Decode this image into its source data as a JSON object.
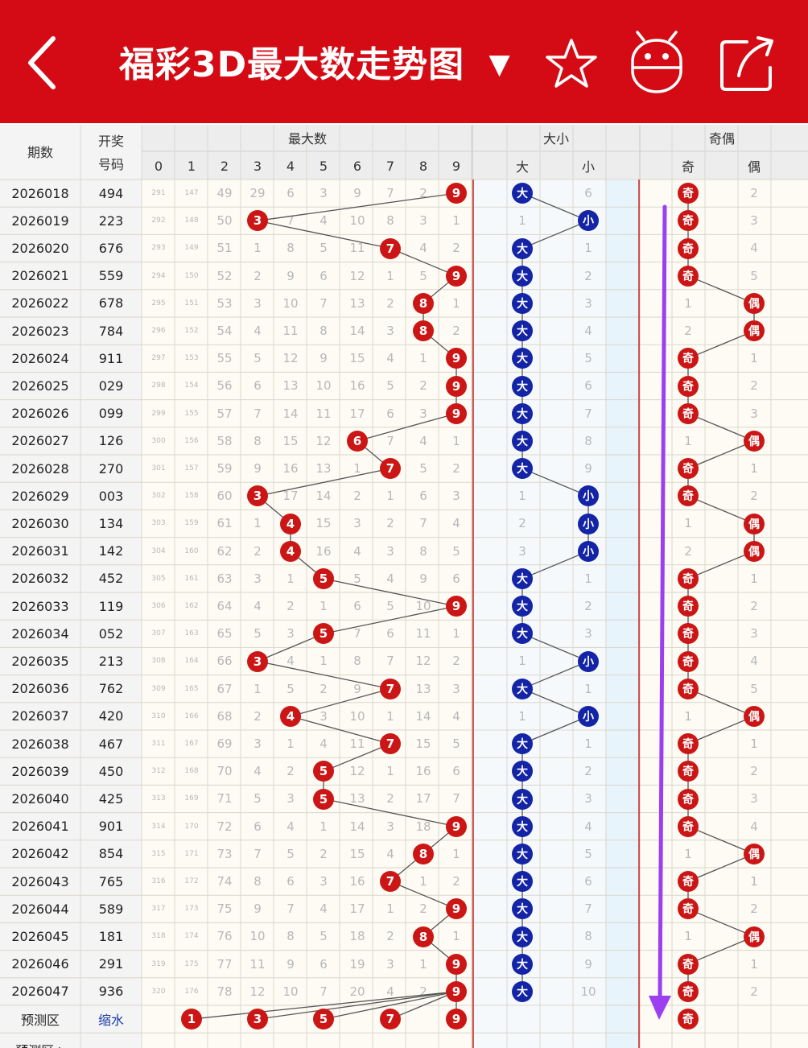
{
  "app": {
    "title": "福彩3D最大数走势图",
    "dropdown_glyph": "▼",
    "icons": [
      "back-chevron-icon",
      "star-icon",
      "android-robot-icon",
      "share-icon"
    ],
    "colors": {
      "header": "#d40b14",
      "red_ball": "#cc1616",
      "blue_ball": "#1424a6",
      "trend_arrow": "#9b3ff0"
    }
  },
  "table": {
    "header": {
      "issue": "期数",
      "draw_line1": "开奖",
      "draw_line2": "号码",
      "group_max": "最大数",
      "group_size": "大小",
      "group_parity": "奇偶",
      "digits": [
        "0",
        "1",
        "2",
        "3",
        "4",
        "5",
        "6",
        "7",
        "8",
        "9"
      ],
      "size_cols": [
        "大",
        "小"
      ],
      "parity_cols": [
        "奇",
        "偶"
      ]
    },
    "rows": [
      {
        "issue": "2026018",
        "draw": "494",
        "cells": [
          "291",
          "147",
          "49",
          "29",
          "6",
          "3",
          "9",
          "7",
          "2",
          "9"
        ],
        "size": [
          "大",
          "6"
        ],
        "parity": [
          "奇",
          "2"
        ]
      },
      {
        "issue": "2026019",
        "draw": "223",
        "cells": [
          "292",
          "148",
          "50",
          "3",
          "7",
          "4",
          "10",
          "8",
          "3",
          "1"
        ],
        "size": [
          "1",
          "小"
        ],
        "parity": [
          "奇",
          "3"
        ]
      },
      {
        "issue": "2026020",
        "draw": "676",
        "cells": [
          "293",
          "149",
          "51",
          "1",
          "8",
          "5",
          "11",
          "7",
          "4",
          "2"
        ],
        "size": [
          "大",
          "1"
        ],
        "parity": [
          "奇",
          "4"
        ]
      },
      {
        "issue": "2026021",
        "draw": "559",
        "cells": [
          "294",
          "150",
          "52",
          "2",
          "9",
          "6",
          "12",
          "1",
          "5",
          "9"
        ],
        "size": [
          "大",
          "2"
        ],
        "parity": [
          "奇",
          "5"
        ]
      },
      {
        "issue": "2026022",
        "draw": "678",
        "cells": [
          "295",
          "151",
          "53",
          "3",
          "10",
          "7",
          "13",
          "2",
          "8",
          "1"
        ],
        "size": [
          "大",
          "3"
        ],
        "parity": [
          "1",
          "偶"
        ]
      },
      {
        "issue": "2026023",
        "draw": "784",
        "cells": [
          "296",
          "152",
          "54",
          "4",
          "11",
          "8",
          "14",
          "3",
          "8",
          "2"
        ],
        "size": [
          "大",
          "4"
        ],
        "parity": [
          "2",
          "偶"
        ]
      },
      {
        "issue": "2026024",
        "draw": "911",
        "cells": [
          "297",
          "153",
          "55",
          "5",
          "12",
          "9",
          "15",
          "4",
          "1",
          "9"
        ],
        "size": [
          "大",
          "5"
        ],
        "parity": [
          "奇",
          "1"
        ]
      },
      {
        "issue": "2026025",
        "draw": "029",
        "cells": [
          "298",
          "154",
          "56",
          "6",
          "13",
          "10",
          "16",
          "5",
          "2",
          "9"
        ],
        "size": [
          "大",
          "6"
        ],
        "parity": [
          "奇",
          "2"
        ]
      },
      {
        "issue": "2026026",
        "draw": "099",
        "cells": [
          "299",
          "155",
          "57",
          "7",
          "14",
          "11",
          "17",
          "6",
          "3",
          "9"
        ],
        "size": [
          "大",
          "7"
        ],
        "parity": [
          "奇",
          "3"
        ]
      },
      {
        "issue": "2026027",
        "draw": "126",
        "cells": [
          "300",
          "156",
          "58",
          "8",
          "15",
          "12",
          "6",
          "7",
          "4",
          "1"
        ],
        "size": [
          "大",
          "8"
        ],
        "parity": [
          "1",
          "偶"
        ]
      },
      {
        "issue": "2026028",
        "draw": "270",
        "cells": [
          "301",
          "157",
          "59",
          "9",
          "16",
          "13",
          "1",
          "7",
          "5",
          "2"
        ],
        "size": [
          "大",
          "9"
        ],
        "parity": [
          "奇",
          "1"
        ]
      },
      {
        "issue": "2026029",
        "draw": "003",
        "cells": [
          "302",
          "158",
          "60",
          "3",
          "17",
          "14",
          "2",
          "1",
          "6",
          "3"
        ],
        "size": [
          "1",
          "小"
        ],
        "parity": [
          "奇",
          "2"
        ]
      },
      {
        "issue": "2026030",
        "draw": "134",
        "cells": [
          "303",
          "159",
          "61",
          "1",
          "4",
          "15",
          "3",
          "2",
          "7",
          "4"
        ],
        "size": [
          "2",
          "小"
        ],
        "parity": [
          "1",
          "偶"
        ]
      },
      {
        "issue": "2026031",
        "draw": "142",
        "cells": [
          "304",
          "160",
          "62",
          "2",
          "4",
          "16",
          "4",
          "3",
          "8",
          "5"
        ],
        "size": [
          "3",
          "小"
        ],
        "parity": [
          "2",
          "偶"
        ]
      },
      {
        "issue": "2026032",
        "draw": "452",
        "cells": [
          "305",
          "161",
          "63",
          "3",
          "1",
          "5",
          "5",
          "4",
          "9",
          "6"
        ],
        "size": [
          "大",
          "1"
        ],
        "parity": [
          "奇",
          "1"
        ]
      },
      {
        "issue": "2026033",
        "draw": "119",
        "cells": [
          "306",
          "162",
          "64",
          "4",
          "2",
          "1",
          "6",
          "5",
          "10",
          "9"
        ],
        "size": [
          "大",
          "2"
        ],
        "parity": [
          "奇",
          "2"
        ]
      },
      {
        "issue": "2026034",
        "draw": "052",
        "cells": [
          "307",
          "163",
          "65",
          "5",
          "3",
          "5",
          "7",
          "6",
          "11",
          "1"
        ],
        "size": [
          "大",
          "3"
        ],
        "parity": [
          "奇",
          "3"
        ]
      },
      {
        "issue": "2026035",
        "draw": "213",
        "cells": [
          "308",
          "164",
          "66",
          "3",
          "4",
          "1",
          "8",
          "7",
          "12",
          "2"
        ],
        "size": [
          "1",
          "小"
        ],
        "parity": [
          "奇",
          "4"
        ]
      },
      {
        "issue": "2026036",
        "draw": "762",
        "cells": [
          "309",
          "165",
          "67",
          "1",
          "5",
          "2",
          "9",
          "7",
          "13",
          "3"
        ],
        "size": [
          "大",
          "1"
        ],
        "parity": [
          "奇",
          "5"
        ]
      },
      {
        "issue": "2026037",
        "draw": "420",
        "cells": [
          "310",
          "166",
          "68",
          "2",
          "4",
          "3",
          "10",
          "1",
          "14",
          "4"
        ],
        "size": [
          "1",
          "小"
        ],
        "parity": [
          "1",
          "偶"
        ]
      },
      {
        "issue": "2026038",
        "draw": "467",
        "cells": [
          "311",
          "167",
          "69",
          "3",
          "1",
          "4",
          "11",
          "7",
          "15",
          "5"
        ],
        "size": [
          "大",
          "1"
        ],
        "parity": [
          "奇",
          "1"
        ]
      },
      {
        "issue": "2026039",
        "draw": "450",
        "cells": [
          "312",
          "168",
          "70",
          "4",
          "2",
          "5",
          "12",
          "1",
          "16",
          "6"
        ],
        "size": [
          "大",
          "2"
        ],
        "parity": [
          "奇",
          "2"
        ]
      },
      {
        "issue": "2026040",
        "draw": "425",
        "cells": [
          "313",
          "169",
          "71",
          "5",
          "3",
          "5",
          "13",
          "2",
          "17",
          "7"
        ],
        "size": [
          "大",
          "3"
        ],
        "parity": [
          "奇",
          "3"
        ]
      },
      {
        "issue": "2026041",
        "draw": "901",
        "cells": [
          "314",
          "170",
          "72",
          "6",
          "4",
          "1",
          "14",
          "3",
          "18",
          "9"
        ],
        "size": [
          "大",
          "4"
        ],
        "parity": [
          "奇",
          "4"
        ]
      },
      {
        "issue": "2026042",
        "draw": "854",
        "cells": [
          "315",
          "171",
          "73",
          "7",
          "5",
          "2",
          "15",
          "4",
          "8",
          "1"
        ],
        "size": [
          "大",
          "5"
        ],
        "parity": [
          "1",
          "偶"
        ]
      },
      {
        "issue": "2026043",
        "draw": "765",
        "cells": [
          "316",
          "172",
          "74",
          "8",
          "6",
          "3",
          "16",
          "7",
          "1",
          "2"
        ],
        "size": [
          "大",
          "6"
        ],
        "parity": [
          "奇",
          "1"
        ]
      },
      {
        "issue": "2026044",
        "draw": "589",
        "cells": [
          "317",
          "173",
          "75",
          "9",
          "7",
          "4",
          "17",
          "1",
          "2",
          "9"
        ],
        "size": [
          "大",
          "7"
        ],
        "parity": [
          "奇",
          "2"
        ]
      },
      {
        "issue": "2026045",
        "draw": "181",
        "cells": [
          "318",
          "174",
          "76",
          "10",
          "8",
          "5",
          "18",
          "2",
          "8",
          "1"
        ],
        "size": [
          "大",
          "8"
        ],
        "parity": [
          "1",
          "偶"
        ]
      },
      {
        "issue": "2026046",
        "draw": "291",
        "cells": [
          "319",
          "175",
          "77",
          "11",
          "9",
          "6",
          "19",
          "3",
          "1",
          "9"
        ],
        "size": [
          "大",
          "9"
        ],
        "parity": [
          "奇",
          "1"
        ]
      },
      {
        "issue": "2026047",
        "draw": "936",
        "cells": [
          "320",
          "176",
          "78",
          "12",
          "10",
          "7",
          "20",
          "4",
          "2",
          "9"
        ],
        "size": [
          "大",
          "10"
        ],
        "parity": [
          "奇",
          "2"
        ]
      }
    ],
    "hits": {
      "max": [
        9,
        3,
        7,
        9,
        8,
        8,
        9,
        9,
        9,
        6,
        7,
        3,
        4,
        4,
        5,
        9,
        5,
        3,
        7,
        4,
        7,
        5,
        5,
        9,
        8,
        7,
        9,
        8,
        9,
        9
      ],
      "size": [
        0,
        1,
        0,
        0,
        0,
        0,
        0,
        0,
        0,
        0,
        0,
        1,
        1,
        1,
        0,
        0,
        0,
        1,
        0,
        1,
        0,
        0,
        0,
        0,
        0,
        0,
        0,
        0,
        0,
        0
      ],
      "parity": [
        0,
        0,
        0,
        0,
        1,
        1,
        0,
        0,
        0,
        1,
        0,
        0,
        1,
        1,
        0,
        0,
        0,
        0,
        0,
        1,
        0,
        0,
        0,
        0,
        1,
        0,
        0,
        1,
        0,
        0
      ]
    },
    "forecast": {
      "label": "预测区",
      "link": "缩水",
      "balls": [
        "1",
        "3",
        "5",
        "7",
        "9"
      ],
      "parity_ball": "奇",
      "plus_label": "预测区+"
    }
  }
}
